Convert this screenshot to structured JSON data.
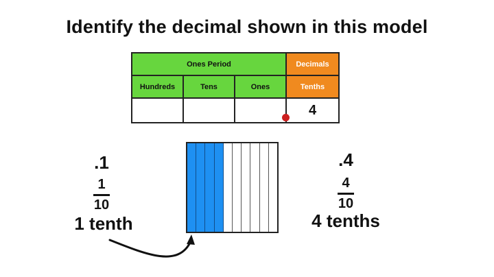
{
  "title": "Identify the decimal shown in this model",
  "chart": {
    "ones_period": "Ones Period",
    "decimals": "Decimals",
    "columns": [
      "Hundreds",
      "Tens",
      "Ones",
      "Tenths"
    ],
    "values": [
      "",
      "",
      "",
      "4"
    ]
  },
  "colors": {
    "green": "#67d63e",
    "orange": "#f08a1f",
    "blue": "#1e90f2",
    "dot": "#cc1f1f"
  },
  "model": {
    "total_strips": 10,
    "shaded_strips": 4
  },
  "left": {
    "decimal": ".1",
    "numerator": "1",
    "denominator": "10",
    "words": "1 tenth"
  },
  "right": {
    "decimal": ".4",
    "numerator": "4",
    "denominator": "10",
    "words": "4 tenths"
  }
}
